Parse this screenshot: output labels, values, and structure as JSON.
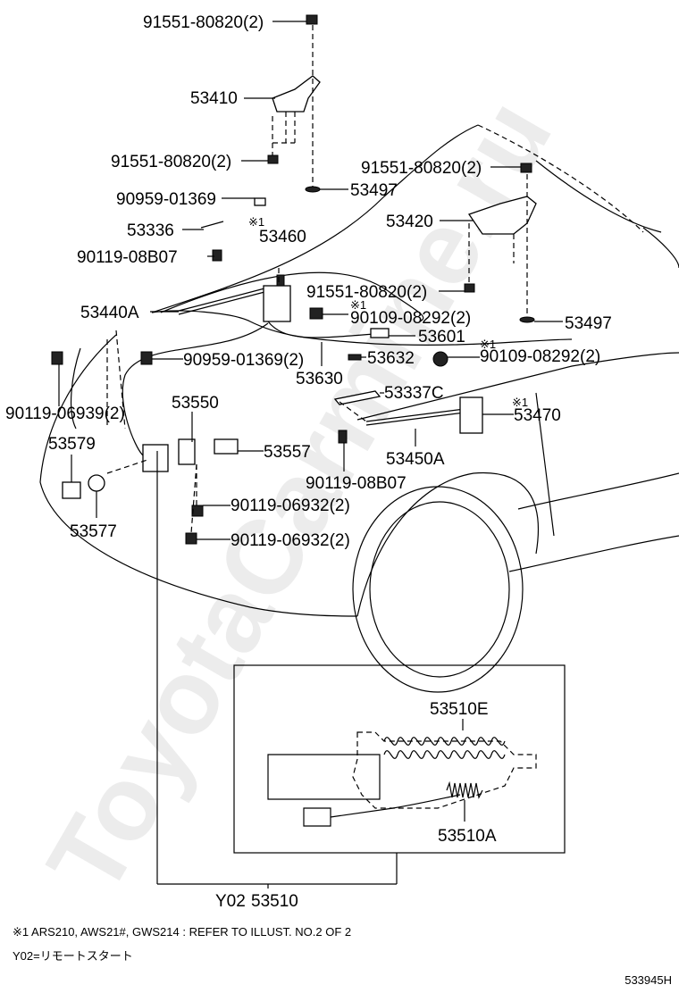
{
  "watermark": "ToyotaCarmine.ru",
  "labels": {
    "p91551_top": "91551-80820(2)",
    "p53410": "53410",
    "p91551_left": "91551-80820(2)",
    "p91551_right": "91551-80820(2)",
    "p53497_a": "53497",
    "p90959_a": "90959-01369",
    "p53420": "53420",
    "p53336": "53336",
    "mark1_a": "※1",
    "p53460": "53460",
    "p90119_08b07_a": "90119-08B07",
    "p91551_mid": "91551-80820(2)",
    "p53497_b": "53497",
    "mark1_b": "※1",
    "p53440a": "53440A",
    "p90109_a": "90109-08292(2)",
    "p53601": "53601",
    "mark1_c": "※1",
    "p90959_b": "90959-01369(2)",
    "p53632": "53632",
    "p90109_b": "90109-08292(2)",
    "p53630": "53630",
    "p53337c": "53337C",
    "p90119_06939": "90119-06939(2)",
    "p53550": "53550",
    "mark1_d": "※1",
    "p53470": "53470",
    "p53579": "53579",
    "p53557": "53557",
    "p53450a": "53450A",
    "p90119_08b07_b": "90119-08B07",
    "p90119_06932_a": "90119-06932(2)",
    "p53577": "53577",
    "p90119_06932_b": "90119-06932(2)",
    "p53510e": "53510E",
    "p53510a": "53510A",
    "p_y02": "Y02",
    "p53510": "53510"
  },
  "notes": {
    "line1": "※1 ARS210, AWS21#, GWS214 : REFER TO ILLUST. NO.2 OF 2",
    "line2": "Y02=リモートスタート"
  },
  "ref_code": "533945H"
}
